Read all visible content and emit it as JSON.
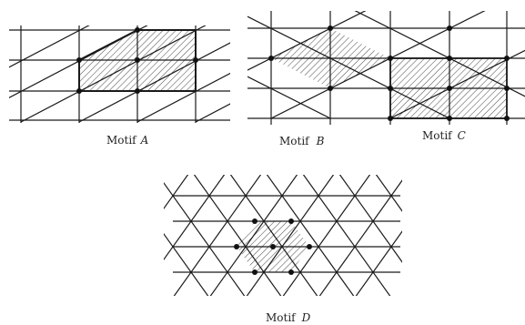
{
  "motifs": [
    {
      "id": "A",
      "caption_word": "Motif",
      "caption_letter": "A"
    },
    {
      "id": "B",
      "caption_word": "Motif",
      "caption_letter": "B"
    },
    {
      "id": "C",
      "caption_word": "Motif",
      "caption_letter": "C"
    },
    {
      "id": "D",
      "caption_word": "Motif",
      "caption_letter": "D"
    }
  ],
  "colors": {
    "line": "#1a1a1a",
    "hatch": "#555555",
    "background": "#ffffff"
  }
}
